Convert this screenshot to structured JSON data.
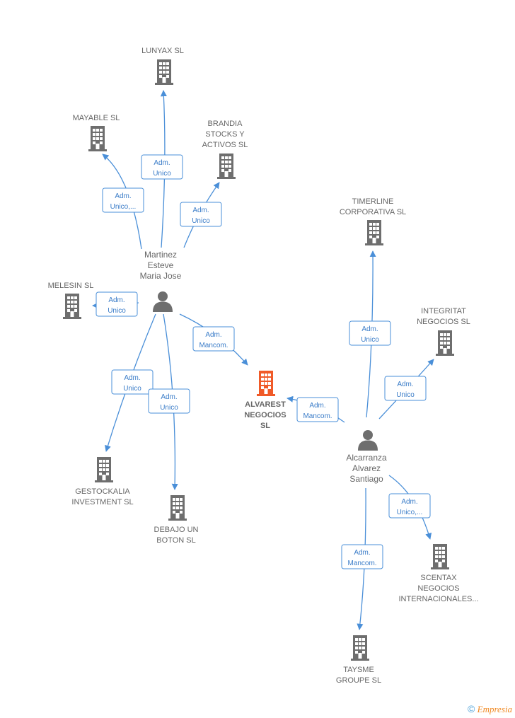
{
  "colors": {
    "company": "#6e6e6e",
    "focus_company": "#f05a28",
    "person": "#6e6e6e",
    "edge": "#4a8fd8"
  },
  "nodes": [
    {
      "id": "lunyax",
      "type": "company",
      "label": [
        "LUNYAX  SL"
      ]
    },
    {
      "id": "mayable",
      "type": "company",
      "label": [
        "MAYABLE  SL"
      ]
    },
    {
      "id": "brandia",
      "type": "company",
      "label": [
        "BRANDIA",
        "STOCKS Y",
        "ACTIVOS  SL"
      ]
    },
    {
      "id": "timerline",
      "type": "company",
      "label": [
        "TIMERLINE",
        "CORPORATIVA SL"
      ]
    },
    {
      "id": "melesin",
      "type": "company",
      "label": [
        "MELESIN  SL"
      ]
    },
    {
      "id": "integritat",
      "type": "company",
      "label": [
        "INTEGRITAT",
        "NEGOCIOS SL"
      ]
    },
    {
      "id": "alvarest",
      "type": "focus",
      "label": [
        "ALVAREST",
        "NEGOCIOS",
        "SL"
      ]
    },
    {
      "id": "gestockalia",
      "type": "company",
      "label": [
        "GESTOCKALIA",
        "INVESTMENT SL"
      ]
    },
    {
      "id": "debajo",
      "type": "company",
      "label": [
        "DEBAJO UN",
        "BOTON  SL"
      ]
    },
    {
      "id": "scentax",
      "type": "company",
      "label": [
        "SCENTAX",
        "NEGOCIOS",
        "INTERNACIONALES..."
      ]
    },
    {
      "id": "taysme",
      "type": "company",
      "label": [
        "TAYSME",
        "GROUPE SL"
      ]
    },
    {
      "id": "martinez",
      "type": "person",
      "label": [
        "Martinez",
        "Esteve",
        "Maria Jose"
      ]
    },
    {
      "id": "alcarranza",
      "type": "person",
      "label": [
        "Alcarranza",
        "Alvarez",
        "Santiago"
      ]
    }
  ],
  "edges": [
    {
      "from": "martinez",
      "to": "lunyax",
      "label": [
        "Adm.",
        "Unico"
      ]
    },
    {
      "from": "martinez",
      "to": "mayable",
      "label": [
        "Adm.",
        "Unico,..."
      ]
    },
    {
      "from": "martinez",
      "to": "brandia",
      "label": [
        "Adm.",
        "Unico"
      ]
    },
    {
      "from": "martinez",
      "to": "melesin",
      "label": [
        "Adm.",
        "Unico"
      ]
    },
    {
      "from": "martinez",
      "to": "alvarest",
      "label": [
        "Adm.",
        "Mancom."
      ]
    },
    {
      "from": "martinez",
      "to": "gestockalia",
      "label": [
        "Adm.",
        "Unico"
      ]
    },
    {
      "from": "martinez",
      "to": "debajo",
      "label": [
        "Adm.",
        "Unico"
      ]
    },
    {
      "from": "alcarranza",
      "to": "timerline",
      "label": [
        "Adm.",
        "Unico"
      ]
    },
    {
      "from": "alcarranza",
      "to": "integritat",
      "label": [
        "Adm.",
        "Unico"
      ]
    },
    {
      "from": "alcarranza",
      "to": "alvarest",
      "label": [
        "Adm.",
        "Mancom."
      ]
    },
    {
      "from": "alcarranza",
      "to": "scentax",
      "label": [
        "Adm.",
        "Unico,..."
      ]
    },
    {
      "from": "alcarranza",
      "to": "taysme",
      "label": [
        "Adm.",
        "Mancom."
      ]
    }
  ],
  "footer": {
    "copyright": "©",
    "brand": "Empresia"
  }
}
